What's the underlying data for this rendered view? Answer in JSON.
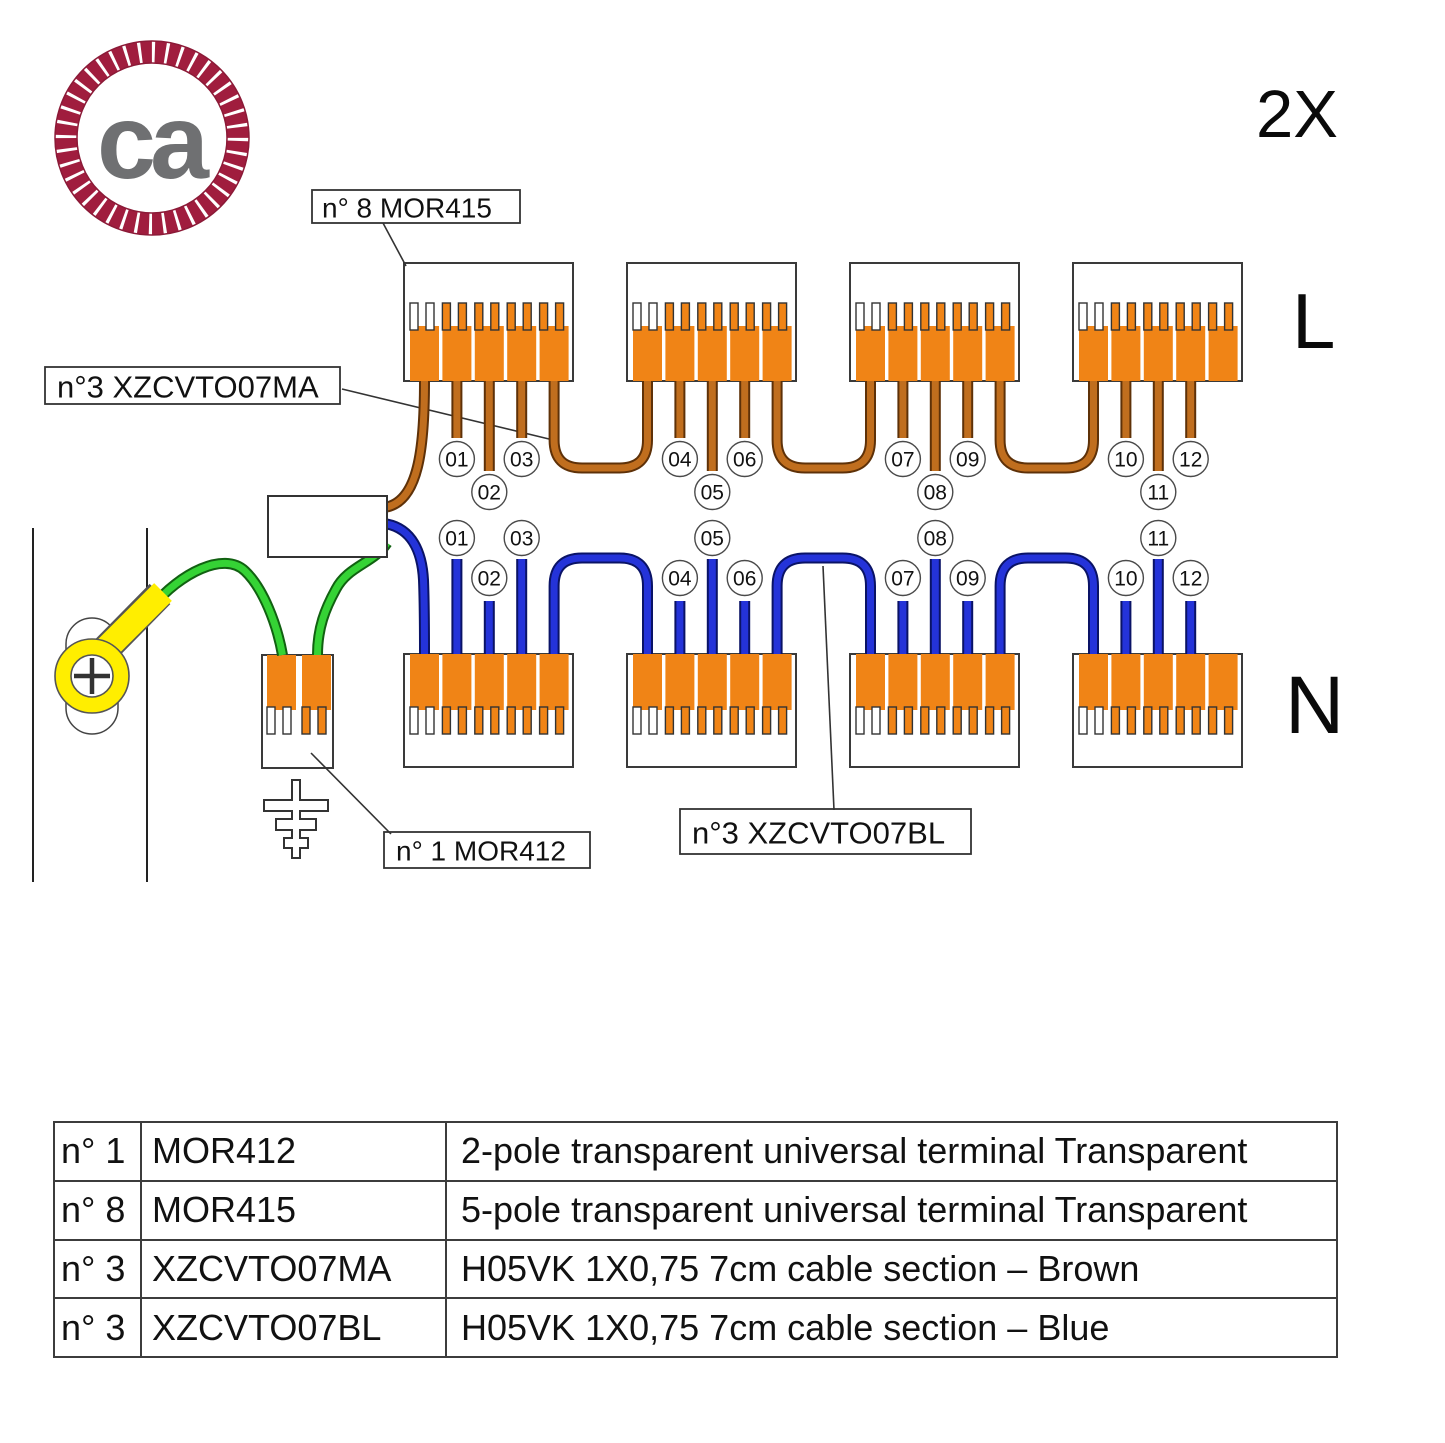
{
  "logo": {
    "text": "ca"
  },
  "quantity_label": "2X",
  "row_labels": {
    "live": "L",
    "neutral": "N"
  },
  "callouts": {
    "mor415": "n° 8 MOR415",
    "xzcvto07ma": "n°3 XZCVTO07MA",
    "mor412": "n° 1 MOR412",
    "xzcvto07bl": "n°3 XZCVTO07BL"
  },
  "connector_numbers": [
    "01",
    "02",
    "03",
    "04",
    "05",
    "06",
    "07",
    "08",
    "09",
    "10",
    "11",
    "12"
  ],
  "colors": {
    "terminal_orange": "#F08416",
    "wire_brown": "#C06E1E",
    "wire_brown_outline": "#5E3108",
    "wire_blue": "#2433D9",
    "wire_blue_outline": "#0A1366",
    "wire_green": "#35D335",
    "wire_green_outline": "#116111",
    "earth_yellow": "#FFEE00",
    "logo_maroon": "#A01D3E",
    "logo_gray": "#6F7072",
    "outline_dark": "#3A3A3A"
  },
  "bom_table": {
    "rows": [
      {
        "qty": "n° 1",
        "code": "MOR412",
        "description": "2-pole transparent universal terminal Transparent"
      },
      {
        "qty": "n° 8",
        "code": "MOR415",
        "description": "5-pole transparent universal terminal Transparent"
      },
      {
        "qty": "n° 3",
        "code": "XZCVTO07MA",
        "description": "H05VK 1X0,75 7cm cable section – Brown"
      },
      {
        "qty": "n° 3",
        "code": "XZCVTO07BL",
        "description": "H05VK 1X0,75 7cm cable section – Blue"
      }
    ]
  }
}
